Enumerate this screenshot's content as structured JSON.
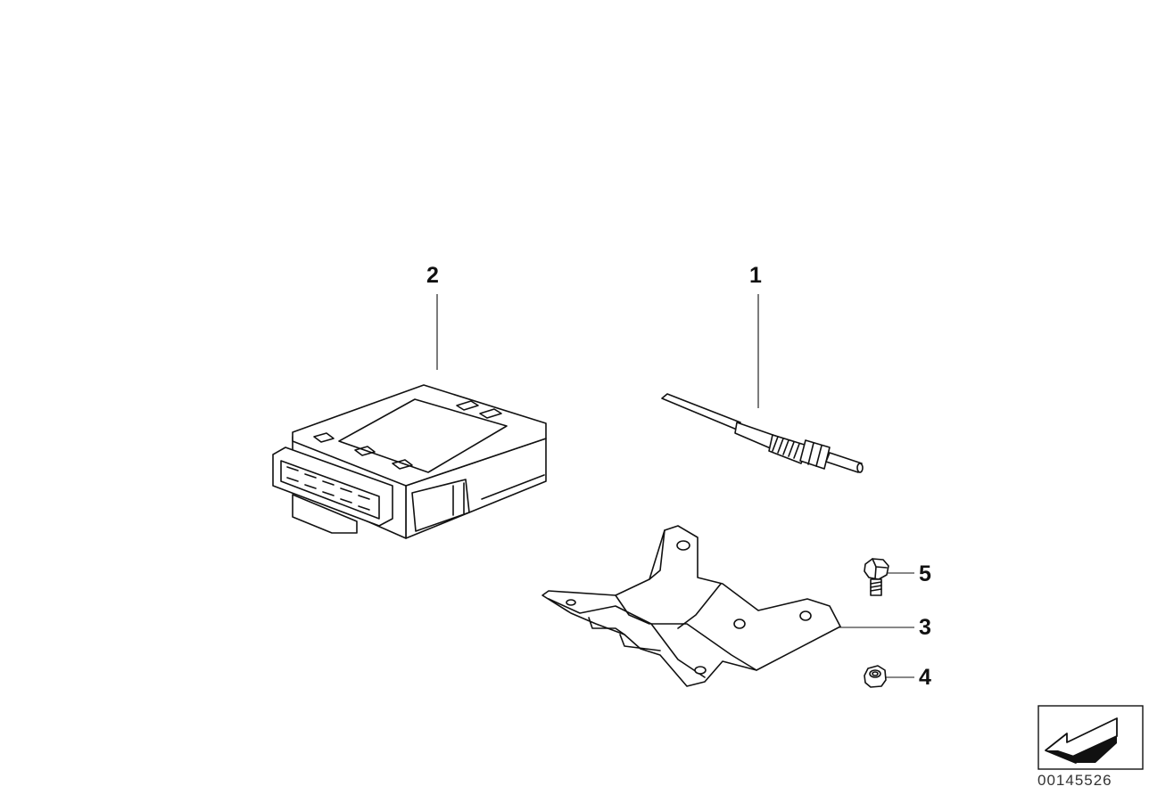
{
  "callouts": {
    "part_1": "1",
    "part_2": "2",
    "part_3": "3",
    "part_4": "4",
    "part_5": "5"
  },
  "diagram_id": "00145526",
  "icons": {
    "nav_arrow": "arrow-down-left-icon"
  },
  "colors": {
    "line": "#111111",
    "background": "#ffffff"
  }
}
